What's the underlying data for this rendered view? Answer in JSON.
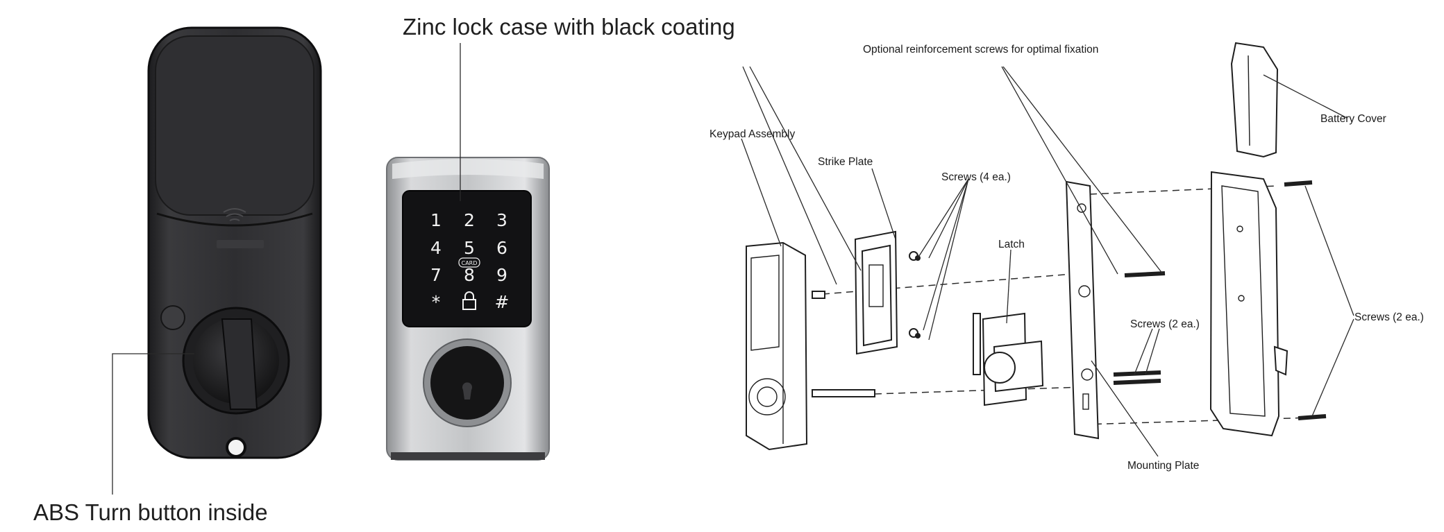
{
  "photo_labels": {
    "zinc_case": "Zinc lock case with black coating",
    "abs_turn": "ABS Turn button inside"
  },
  "keypad": {
    "keys": [
      "1",
      "2",
      "3",
      "4",
      "5",
      "6",
      "7",
      "8",
      "9",
      "*",
      "lock",
      "#"
    ],
    "card_badge": "CARD"
  },
  "diagram_labels": {
    "optional_screws": "Optional reinforcement screws for optimal fixation",
    "keypad_assembly": "Keypad Assembly",
    "strike_plate": "Strike Plate",
    "screws_4": "Screws (4 ea.)",
    "latch": "Latch",
    "battery_cover": "Battery Cover",
    "screws_2_middle": "Screws (2 ea.)",
    "screws_2_right": "Screws (2 ea.)",
    "mounting_plate": "Mounting Plate"
  },
  "colors": {
    "interior_body": "#2b2b2d",
    "exterior_trim": "#b9bbbd",
    "keypad_glass": "#121214"
  }
}
